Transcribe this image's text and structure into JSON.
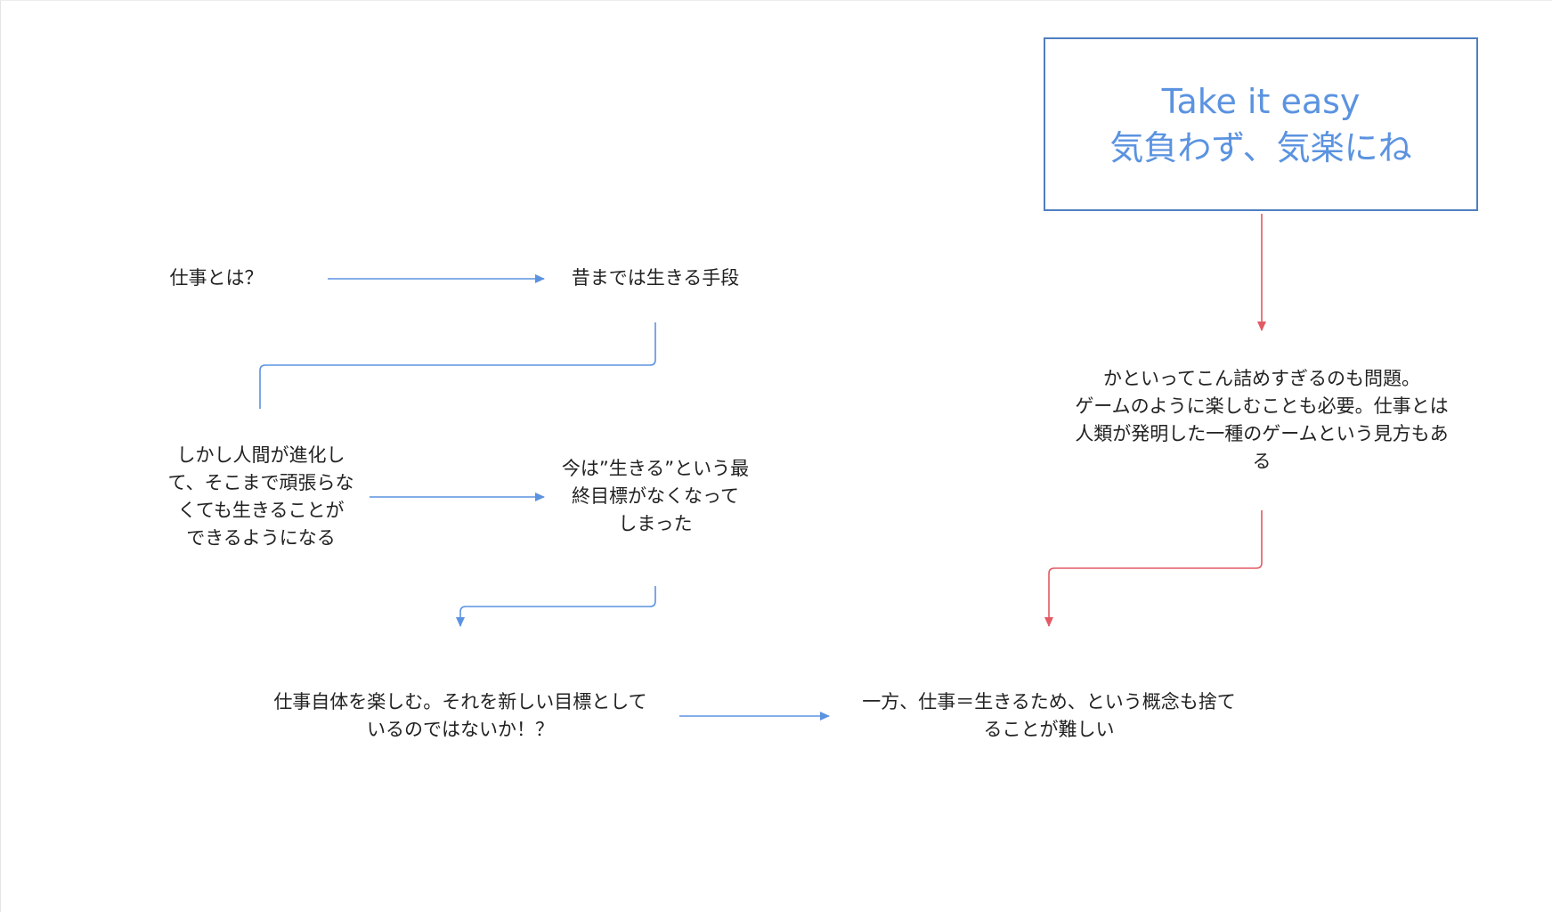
{
  "colors": {
    "blue": "#5b93e0",
    "red": "#e35a63",
    "box_border": "#4f7fbf",
    "text": "#222222"
  },
  "title_box": {
    "line1": "Take it easy",
    "line2": "気負わず、気楽にね"
  },
  "nodes": {
    "what_is_work": "仕事とは？",
    "means_of_living": "昔までは生きる手段",
    "evolution": [
      "しかし人間が進化し",
      "て、そこまで頑張らな",
      "くても生きることが",
      "できるようになる"
    ],
    "lost_goal": [
      "今は”生きる”という最",
      "終目標がなくなって",
      "しまった"
    ],
    "enjoy_work": [
      "仕事自体を楽しむ。それを新しい目標として",
      "いるのではないか！？"
    ],
    "hard_to_discard": [
      "一方、仕事＝生きるため、という概念も捨て",
      "ることが難しい"
    ],
    "game_view": [
      "かといってこん詰めすぎるのも問題。",
      "ゲームのように楽しむことも必要。仕事とは",
      "人類が発明した一種のゲームという見方もあ",
      "る"
    ]
  }
}
